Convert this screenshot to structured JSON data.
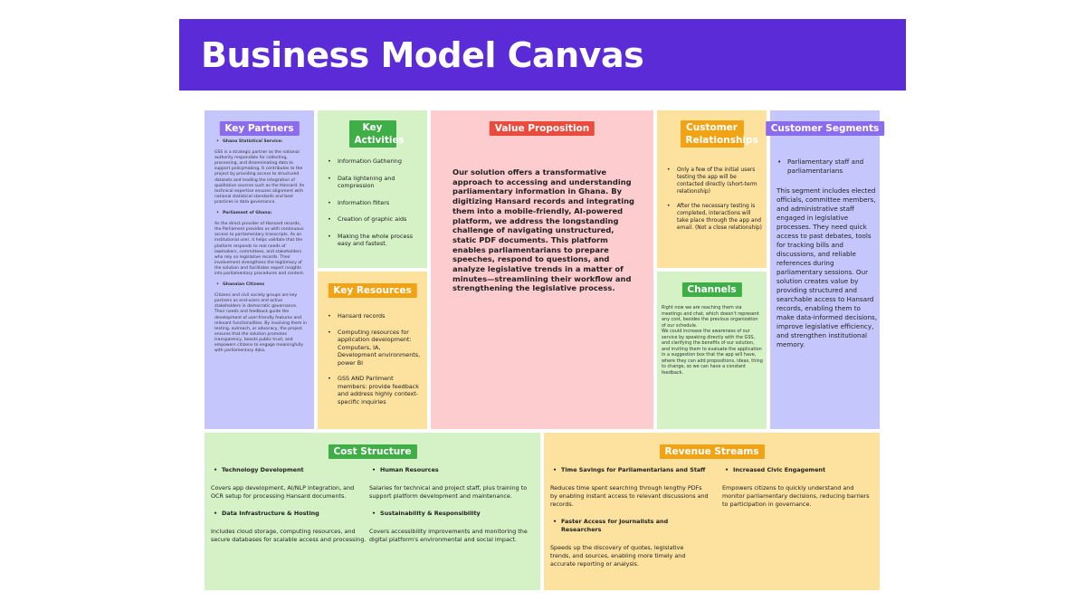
{
  "title": "Business Model Canvas",
  "key_partners": {
    "label": "Key Partners",
    "entries": [
      {
        "heading": "Ghana Statistical Service:",
        "text": "GSS is a strategic partner as the national authority responsible for collecting, processing, and disseminating data to support policymaking. It contributes to the project by providing access to structured datasets and leading the integration of qualitative sources such as the Hansard. Its technical expertise ensures alignment with national statistical standards and best practices in data governance."
      },
      {
        "heading": "Parliament of Ghana:",
        "text": "As the direct provider of Hansard records, the Parliament provides us with continuous access to parliamentary transcripts. As an institutional user, it helps validate that the platform responds to real needs of lawmakers, committees, and stakeholders who rely on legislative records. Their involvement strengthens the legitimacy of the solution and facilitates expert insights into parliamentary procedures and content."
      },
      {
        "heading": "Ghanaian Citizens",
        "text": "Citizens and civil society groups are key partners as end-users and active stakeholders in democratic governance. Their needs and feedback guide the development of user-friendly features and relevant functionalities. By involving them in testing, outreach, or advocacy, the project ensures that the solution promotes transparency, boosts public trust, and empowers citizens to engage meaningfully with parliamentary data."
      }
    ]
  },
  "key_activities": {
    "label": "Key Activities",
    "items": [
      "Information Gathering",
      "Data lightening and compression",
      "Information filters",
      "Creation of graphic aids",
      "Making the whole process easy and fastest."
    ]
  },
  "key_resources": {
    "label": "Key Resources",
    "items": [
      "Hansard records",
      "Computing resources for application development: Computers, IA, Development environments, power BI",
      "GSS AND Parliment members: provide feedback and address highly context-specific inquiries"
    ]
  },
  "value_proposition": {
    "label": "Value Proposition",
    "text": "Our solution offers a transformative approach to accessing and understanding parliamentary information in Ghana. By digitizing Hansard records and integrating them into a mobile-friendly, AI-powered platform, we address the longstanding challenge of navigating unstructured, static PDF documents. This platform enables parliamentarians to prepare speeches, respond to questions, and analyze legislative trends in a matter of minutes—streamlining their workflow and strengthening the legislative process."
  },
  "customer_relationships": {
    "label": "Customer Relationships",
    "items": [
      "Only a few of the initial users testing the app will be contacted directly (short-term relationship)",
      "After the necessary testing is completed, interactions will take place through the app and email. (Not a close relationship)"
    ]
  },
  "channels": {
    "label": "Channels",
    "text": "Right now we are reaching them via meetings and chat, which doesn't represent any cost, besides the previous organization of our schedule.",
    "text2": "We could increase the awareness of our service by speaking directly with the GSS, and clarifying the benefits of our solution, and inviting them to evaluate the application in a suggestion box that the app will have, where they can add propositions, ideas, thing to change, so we can have a constant feedback."
  },
  "customer_segments": {
    "label": "Customer Segments",
    "items": [
      "Parliamentary staff and parliamentarians"
    ],
    "text": "This segment includes elected officials, committee members, and administrative staff engaged in legislative processes. They need quick access to past debates, tools for tracking bills and discussions, and reliable references during parliamentary sessions. Our solution creates value by providing structured and searchable access to Hansard records, enabling them to make data-informed decisions, improve legislative efficiency, and strengthen institutional memory."
  },
  "cost_structure": {
    "label": "Cost Structure",
    "items": [
      {
        "heading": "Technology Development",
        "text": "Covers app development, AI/NLP integration, and OCR setup for processing Hansard documents."
      },
      {
        "heading": "Human Resources",
        "text": "Salaries for technical and project staff, plus training to support platform development and maintenance."
      },
      {
        "heading": "Data Infrastructure & Hosting",
        "text": "Includes cloud storage, computing resources, and secure databases for scalable access and processing."
      },
      {
        "heading": "Sustainability & Responsibility",
        "text": "Covers accessibility improvements and monitoring the digital platform's environmental and social impact."
      }
    ]
  },
  "revenue_streams": {
    "label": "Revenue Streams",
    "items": [
      {
        "heading": "Time Savings for Parliamentarians and Staff",
        "text": "Reduces time spent searching through lengthy PDFs by enabling instant access to relevant discussions and records."
      },
      {
        "heading": "Increased Civic Engagement",
        "text": "Empowers citizens to quickly understand and monitor parliamentary decisions, reducing barriers to participation in governance."
      },
      {
        "heading": "Faster Access for Journalists and Researchers",
        "text": "Speeds up the discovery of quotes, legislative trends, and sources, enabling more timely and accurate reporting or analysis."
      }
    ]
  }
}
